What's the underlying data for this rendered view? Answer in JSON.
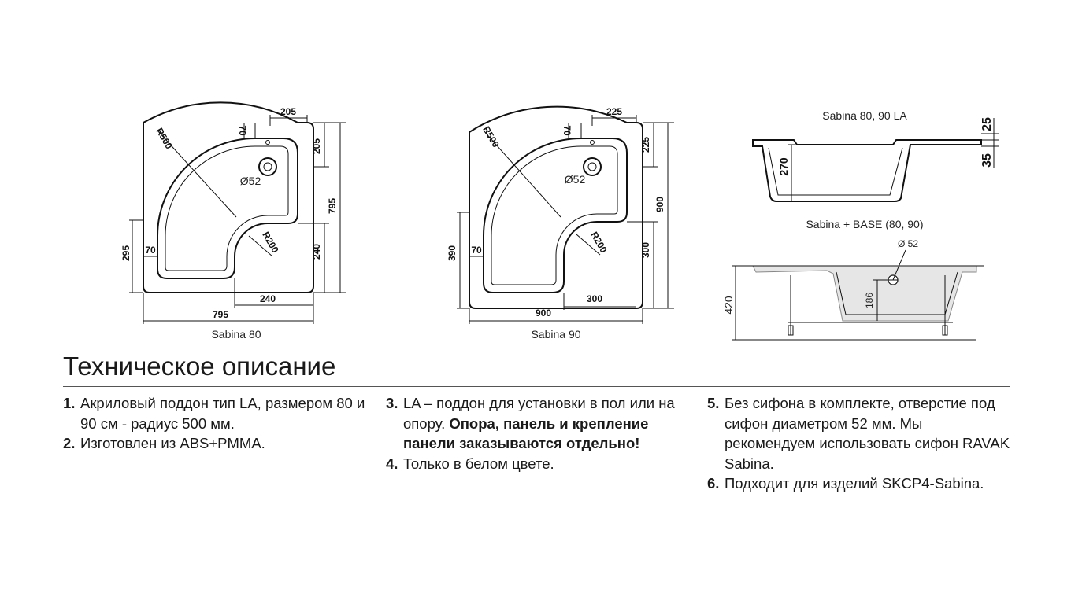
{
  "diagrams": {
    "sabina80": {
      "caption": "Sabina 80",
      "dims": {
        "top_width": "205",
        "top_offset": "70",
        "right_top": "205",
        "total_height": "795",
        "left_height": "295",
        "left_offset": "70",
        "right_lower": "240",
        "bottom_inner": "240",
        "total_width": "795",
        "radius_outer": "R500",
        "radius_inner": "R200",
        "drain": "Ø52"
      }
    },
    "sabina90": {
      "caption": "Sabina 90",
      "dims": {
        "top_width": "225",
        "top_offset": "70",
        "right_top": "225",
        "total_height": "900",
        "left_height": "390",
        "left_offset": "70",
        "right_lower": "300",
        "bottom_inner": "300",
        "total_width": "900",
        "radius_outer": "R500",
        "radius_inner": "R200",
        "drain": "Ø52"
      }
    },
    "section_la": {
      "caption": "Sabina 80, 90 LA",
      "dims": {
        "depth": "270",
        "top": "25",
        "bottom": "35"
      }
    },
    "section_base": {
      "caption": "Sabina + BASE (80, 90)",
      "dims": {
        "drain": "Ø 52",
        "height": "420",
        "drain_height": "186"
      }
    }
  },
  "spec": {
    "title": "Техническое описание",
    "columns": [
      [
        {
          "num": "1.",
          "parts": [
            {
              "text": "Акриловый поддон тип LA, размером 80 и 90 см - радиус 500 мм.",
              "bold": false
            }
          ]
        },
        {
          "num": "2.",
          "parts": [
            {
              "text": "Изготовлен из ABS+PMMA.",
              "bold": false
            }
          ]
        }
      ],
      [
        {
          "num": "3.",
          "parts": [
            {
              "text": "LA – поддон для установки в пол или на опору. ",
              "bold": false
            },
            {
              "text": "Опора, панель и крепление панели заказываются отдельно!",
              "bold": true
            }
          ]
        },
        {
          "num": "4.",
          "parts": [
            {
              "text": "Только в белом цвете.",
              "bold": false
            }
          ]
        }
      ],
      [
        {
          "num": "5.",
          "parts": [
            {
              "text": "Без сифона в комплекте, отверстие под сифон диаметром 52 мм. Мы рекомендуем использовать сифон RAVAK Sabina.",
              "bold": false
            }
          ]
        },
        {
          "num": "6.",
          "parts": [
            {
              "text": "Подходит для изделий SKCP4-Sabina.",
              "bold": false
            }
          ]
        }
      ]
    ]
  }
}
